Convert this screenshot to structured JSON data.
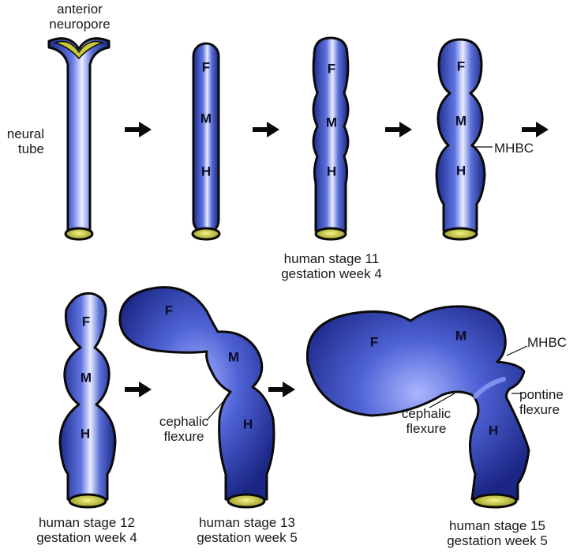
{
  "regions": {
    "forebrain": "F",
    "midbrain": "M",
    "hindbrain": "H"
  },
  "labels": {
    "anterior_neuropore": [
      "anterior",
      "neuropore"
    ],
    "neural_tube": [
      "neural",
      "tube"
    ],
    "mhbc": "MHBC",
    "cephalic_flexure": [
      "cephalic",
      "flexure"
    ],
    "pontine_flexure": [
      "pontine",
      "flexure"
    ]
  },
  "captions": {
    "stage11": [
      "human stage 11",
      "gestation week 4"
    ],
    "stage12": [
      "human stage 12",
      "gestation week 4"
    ],
    "stage13": [
      "human stage 13",
      "gestation week 5"
    ],
    "stage15": [
      "human stage 15",
      "gestation week 5"
    ]
  },
  "colors": {
    "tube_dark": "#1a2a8a",
    "tube_mid": "#4a5fd0",
    "tube_light": "#dfe6ff",
    "lumen": "#d6d84a",
    "outline": "#0a0a0a",
    "neuropore": "#c9c93a"
  }
}
